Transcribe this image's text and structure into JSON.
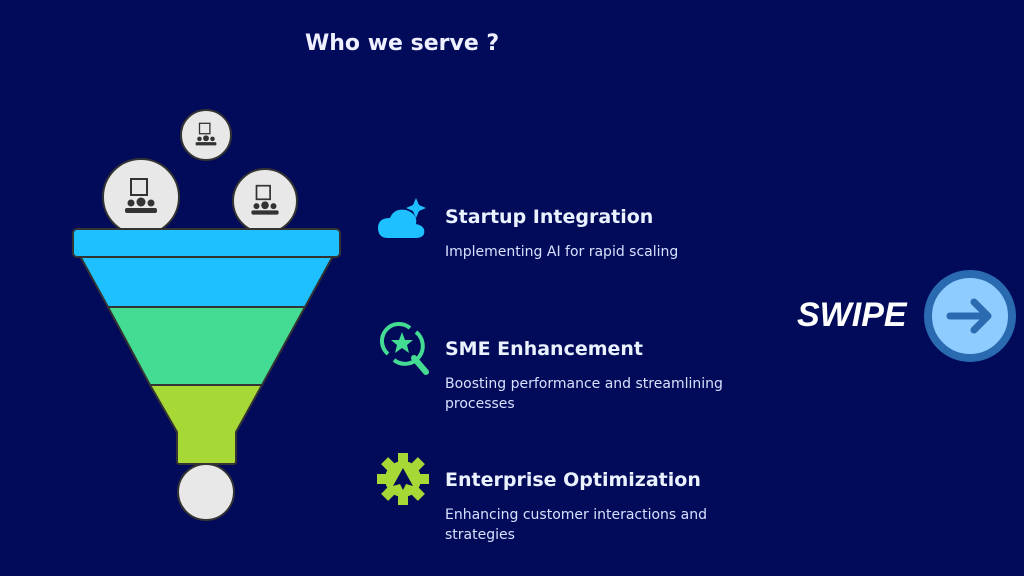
{
  "title": "Who we serve ?",
  "items": [
    {
      "heading": "Startup Integration",
      "description": "Implementing AI for rapid scaling",
      "icon": "cloud-sparkle-icon",
      "color": "#1ec0ff"
    },
    {
      "heading": "SME Enhancement",
      "description": "Boosting performance and streamlining processes",
      "icon": "star-search-icon",
      "color": "#44dc93"
    },
    {
      "heading": "Enterprise Optimization",
      "description": "Enhancing customer interactions and strategies",
      "icon": "gear-icon",
      "color": "#a6d936"
    }
  ],
  "swipe": {
    "label": "SWIPE",
    "icon": "arrow-right-icon"
  },
  "colors": {
    "background": "#020a5a",
    "funnel_top": "#1ec0ff",
    "funnel_mid": "#44dc93",
    "funnel_bottom": "#a6d936"
  }
}
